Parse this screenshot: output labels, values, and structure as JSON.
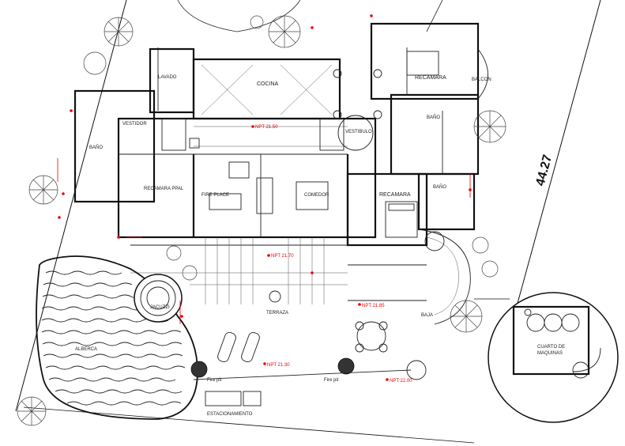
{
  "plan": {
    "dimension_label": "44.27",
    "rooms": {
      "cocina": "COCINA",
      "recamara_1": "RECAMARA",
      "recamara_2": "RECAMARA",
      "balcon": "BALCON",
      "bano_1": "BAÑO",
      "bano_2": "BAÑO",
      "bano_3": "BAÑO",
      "vestidor": "VESTIDOR",
      "vestibulo": "VESTIBULO",
      "recamara_ppal": "RECAMARA PPAL",
      "fire_place": "FIRE PLACE",
      "comedor": "COMEDOR",
      "terraza": "TERRAZA",
      "alberca": "ALBERCA",
      "jacuzzi": "JACUZZI",
      "lavado": "LAVADO",
      "cuarto_maquinas_1": "CUARTO DE",
      "cuarto_maquinas_2": "MAQUINAS",
      "fire_pit_1": "Fire pit",
      "fire_pit_2": "Fire pit",
      "estacionamiento": "ESTACIONAMIENTO",
      "baja": "BAJA"
    },
    "levels": {
      "n1": "NPT 21.50",
      "n2": "NPT 21.70",
      "n3": "NPT 21.85",
      "n4": "NPT 22.00",
      "n5": "NPT 21.30"
    }
  }
}
